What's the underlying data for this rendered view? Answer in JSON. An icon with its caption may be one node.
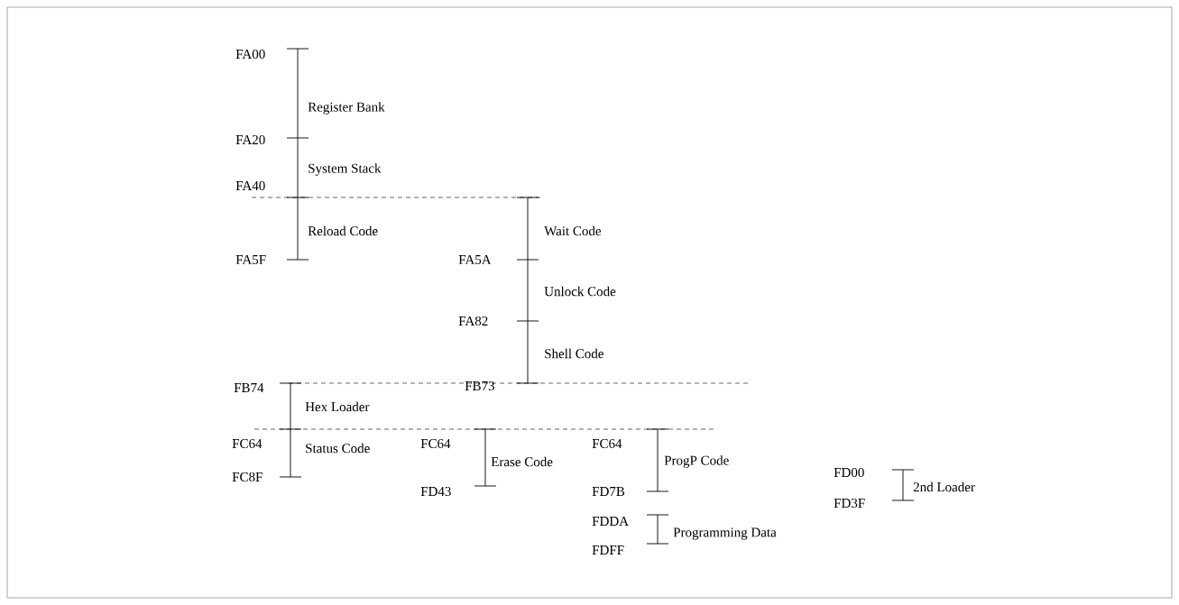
{
  "diagram": {
    "labels": [
      "FA00",
      "Register Bank",
      "FA20",
      "System Stack",
      "FA40",
      "Reload Code",
      "Wait Code",
      "FA5F",
      "FA5A",
      "Unlock Code",
      "FA82",
      "Shell Code",
      "FB74",
      "FB73",
      "Hex Loader",
      "FC64",
      "Status Code",
      "FC64",
      "FC64",
      "Erase Code",
      "ProgP Code",
      "FD00",
      "FC8F",
      "2nd Loader",
      "FD43",
      "FD3F",
      "FD7B",
      "FDDA",
      "Programming Data",
      "FDFF"
    ]
  }
}
